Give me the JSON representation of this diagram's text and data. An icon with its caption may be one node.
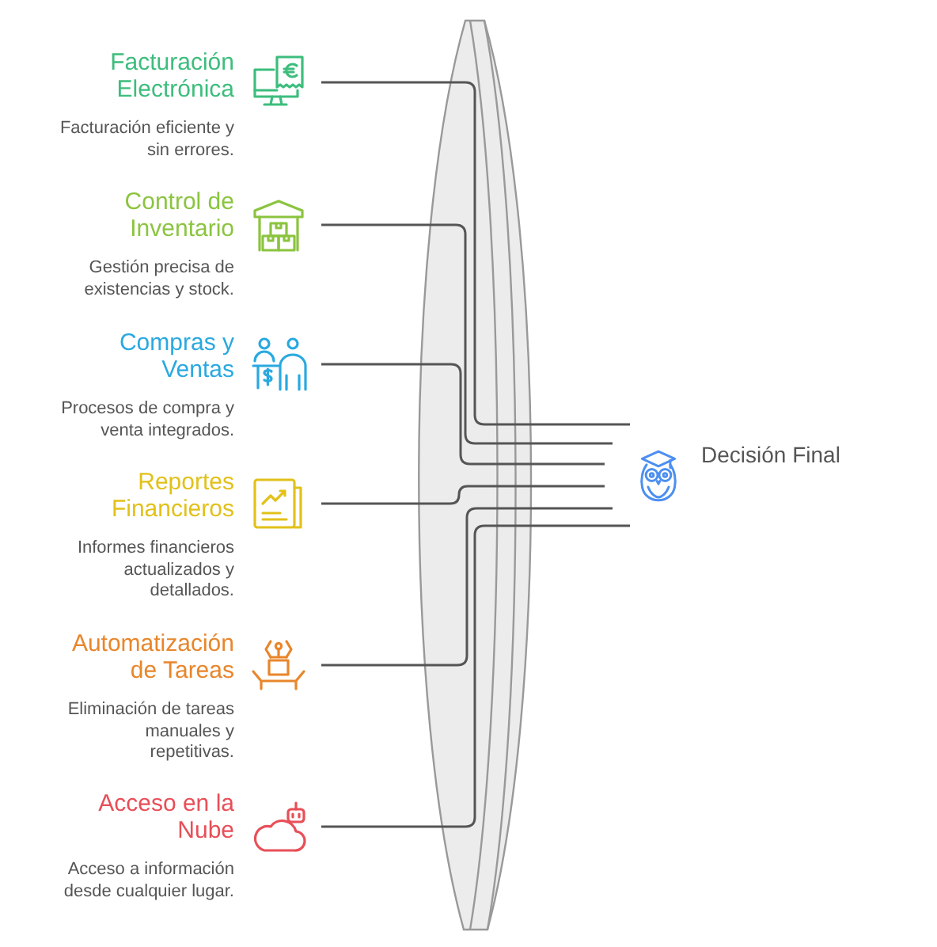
{
  "diagram": {
    "nodes": [
      {
        "text": [
          "Facturación Electrónica",
          "Facturación eficiente y sin errores."
        ]
      },
      {
        "text": [
          "Control de Inventario",
          "Gestión precisa de existencias y stock."
        ]
      },
      {
        "text": [
          "Compras y Ventas",
          "Procesos de compra y venta integrados."
        ]
      },
      {
        "text": [
          "Reportes Financieros",
          "Informes financieros actualizados y detallados."
        ]
      },
      {
        "text": [
          "Automatización de Tareas",
          "Eliminación de tareas manuales y repetitivas."
        ]
      },
      {
        "text": [
          "Acceso en la Nube",
          "Acceso a información desde cualquier lugar."
        ]
      },
      {
        "text": [
          "Decisión Final"
        ]
      }
    ],
    "edges": [
      {
        "from": 0,
        "to": 6,
        "arrow": "none"
      },
      {
        "from": 1,
        "to": 6,
        "arrow": "none"
      },
      {
        "from": 2,
        "to": 6,
        "arrow": "none"
      },
      {
        "from": 3,
        "to": 6,
        "arrow": "none"
      },
      {
        "from": 4,
        "to": 6,
        "arrow": "none"
      },
      {
        "from": 5,
        "to": 6,
        "arrow": "none"
      }
    ]
  }
}
